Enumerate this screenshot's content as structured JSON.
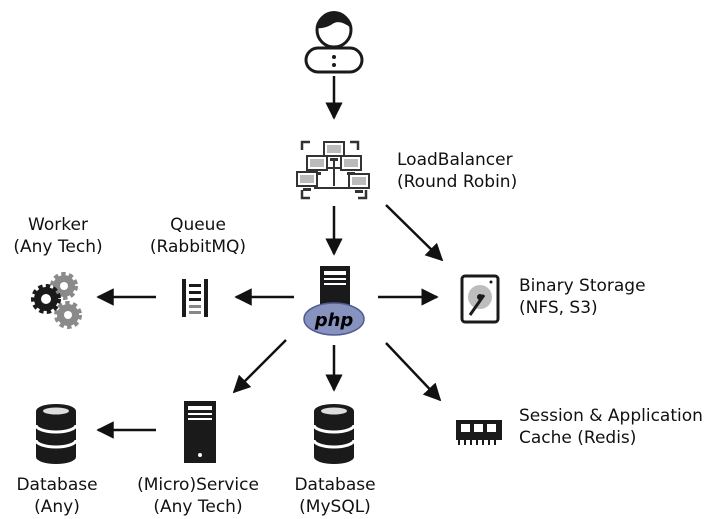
{
  "nodes": {
    "load_balancer": {
      "title": "LoadBalancer",
      "subtitle": "(Round Robin)"
    },
    "worker": {
      "title": "Worker",
      "subtitle": "(Any Tech)"
    },
    "queue": {
      "title": "Queue",
      "subtitle": "(RabbitMQ)"
    },
    "binary_storage": {
      "title": "Binary Storage",
      "subtitle": "(NFS, S3)"
    },
    "session_cache": {
      "title": "Session & Application",
      "subtitle": "Cache (Redis)"
    },
    "database_any": {
      "title": "Database",
      "subtitle": "(Any)"
    },
    "micro_service": {
      "title": "(Micro)Service",
      "subtitle": "(Any Tech)"
    },
    "database_mysql": {
      "title": "Database",
      "subtitle": "(MySQL)"
    },
    "php_server": {
      "logo_text": "php"
    }
  },
  "icons": [
    "user-icon",
    "network-icon",
    "server-icon",
    "php-logo-icon",
    "queue-icon",
    "gears-icon",
    "hard-disk-icon",
    "memory-icon",
    "database-icon"
  ],
  "colors": {
    "stroke": "#111111",
    "icon_dark": "#1a1a1a",
    "icon_grey": "#8a8a8a",
    "php_logo": "#8892bf"
  }
}
